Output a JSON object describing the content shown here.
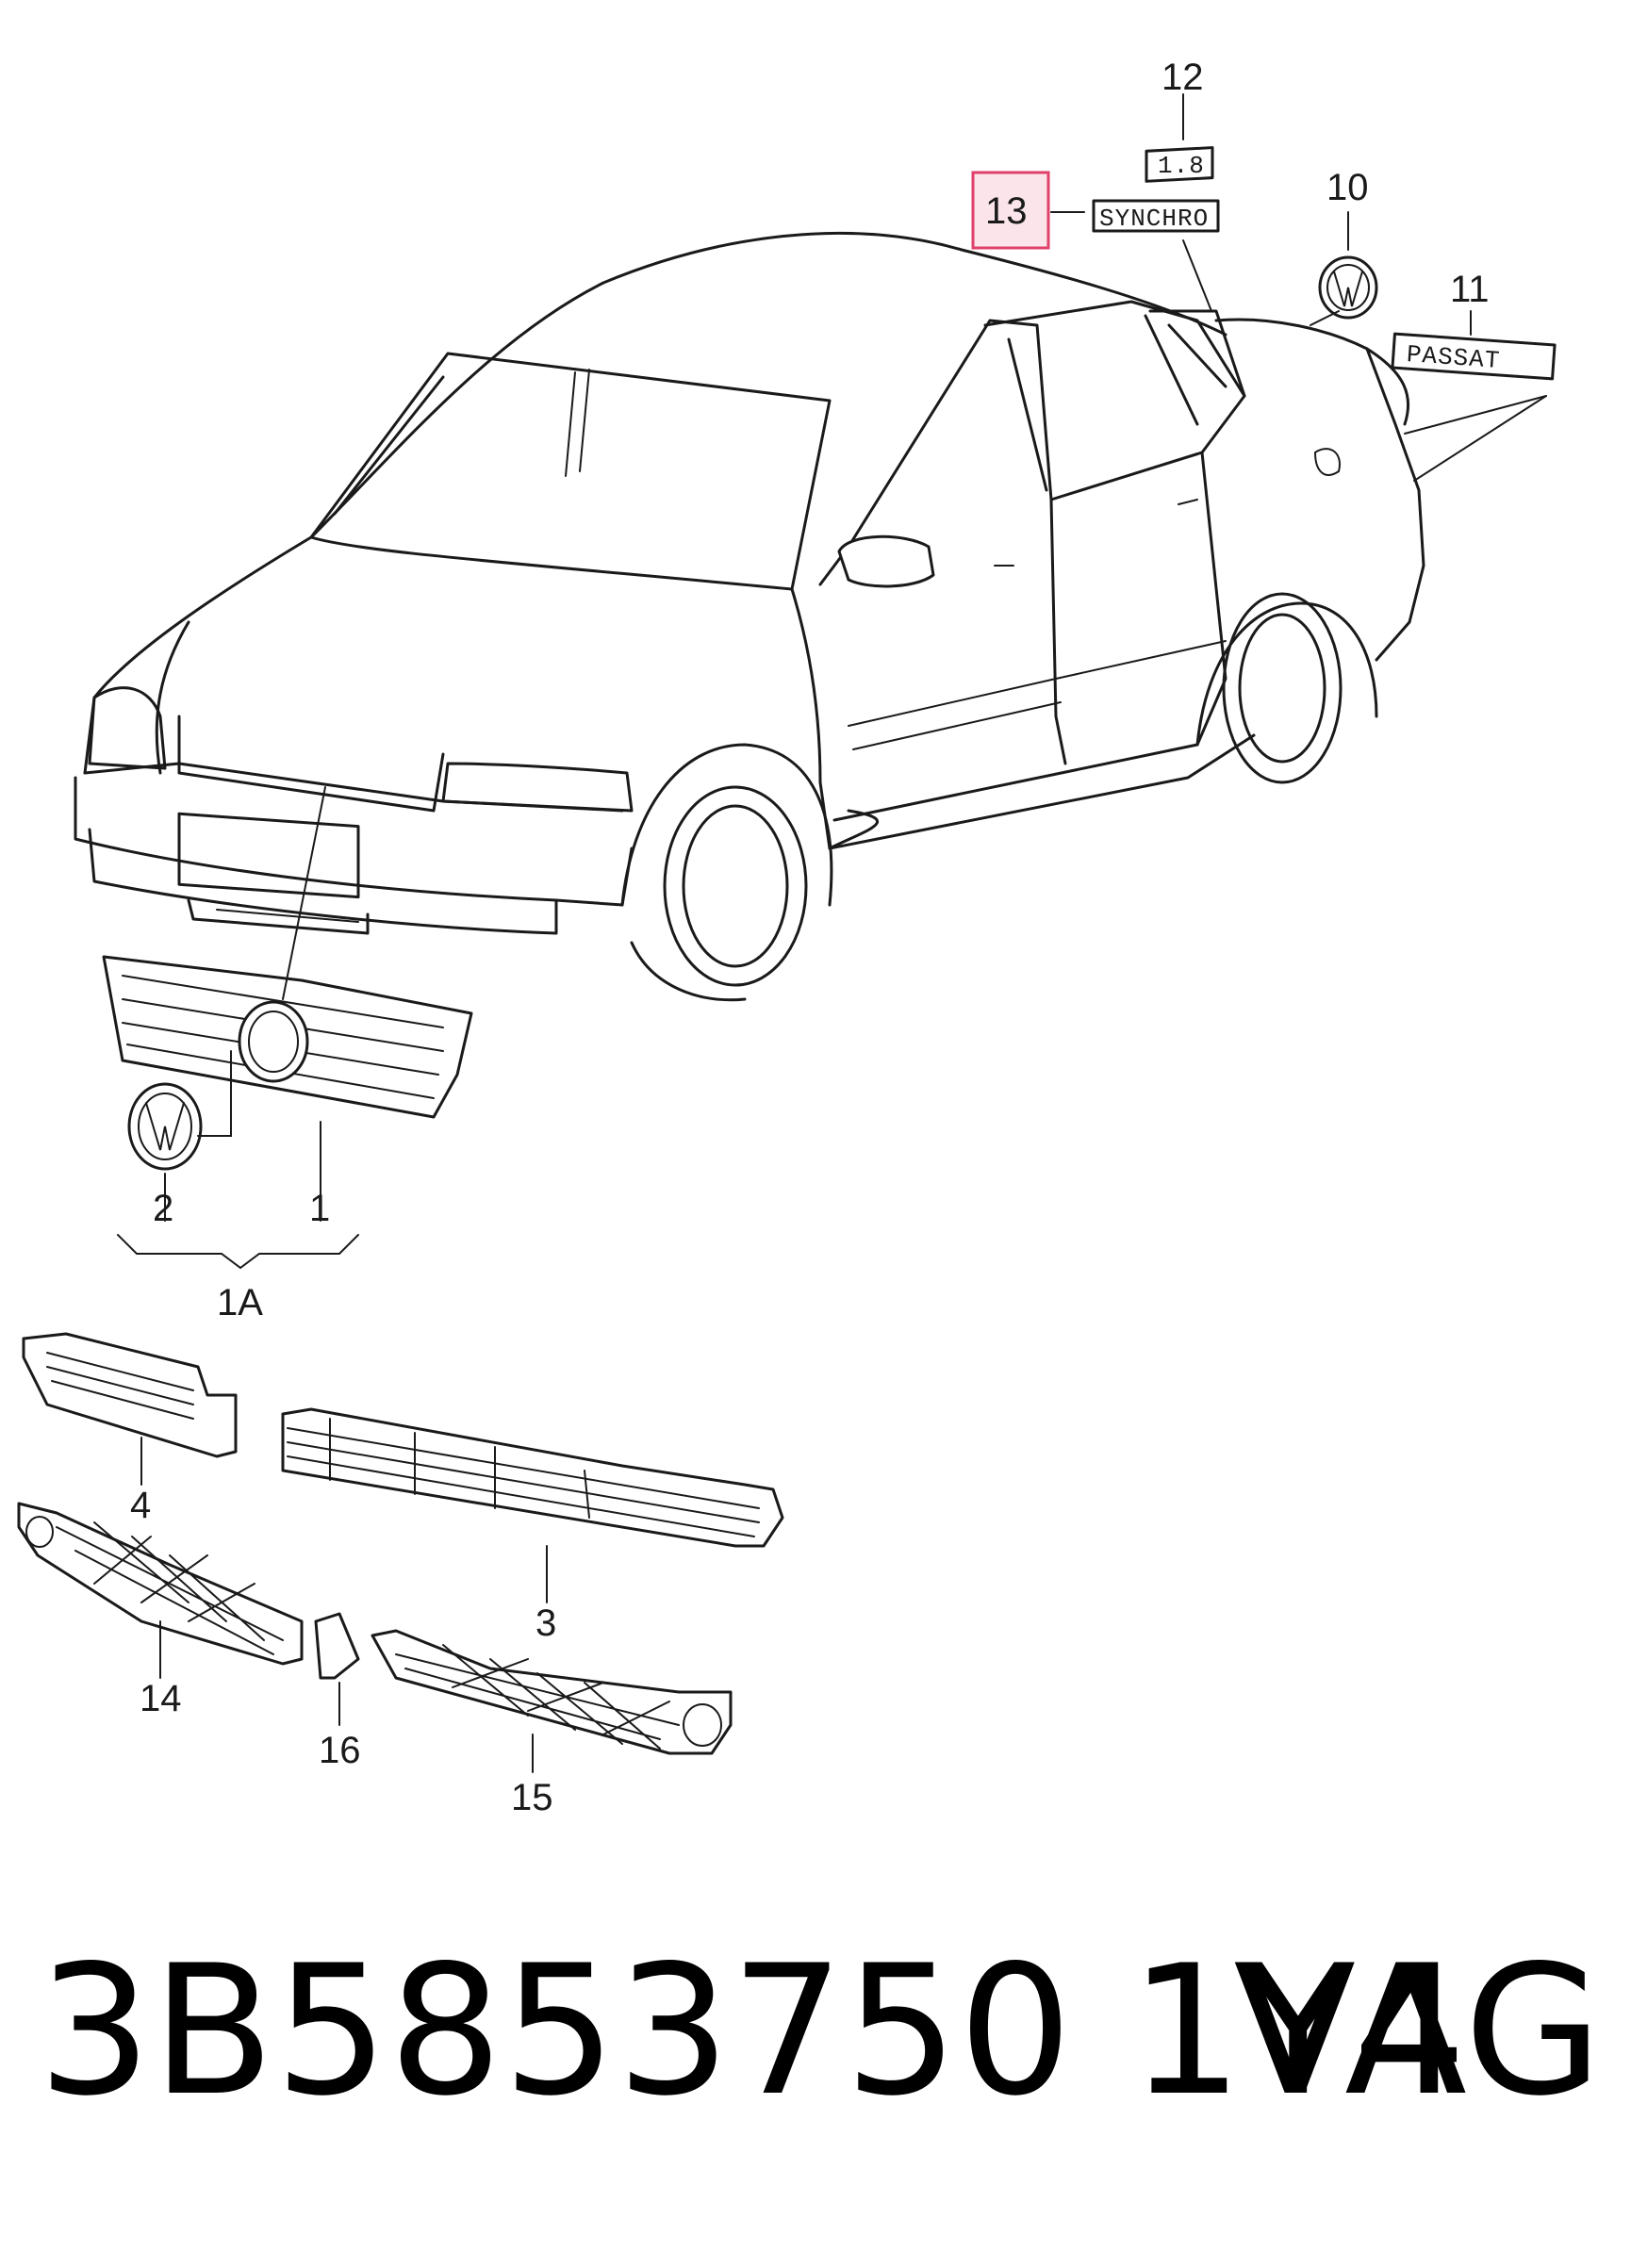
{
  "callouts": {
    "c1": "1",
    "c1a": "1A",
    "c2": "2",
    "c3": "3",
    "c4": "4",
    "c10": "10",
    "c11": "11",
    "c12": "12",
    "c13": "13",
    "c14": "14",
    "c15": "15",
    "c16": "16"
  },
  "badges": {
    "engine": "1.8",
    "synchro": "SYNCHRO",
    "model": "PASSAT"
  },
  "highlight": {
    "callout": "13",
    "color": "#e0406a",
    "fill": "#fbe4ea"
  },
  "footer": {
    "part_number": "3B5853750 1Y4",
    "brand": "VAG"
  }
}
